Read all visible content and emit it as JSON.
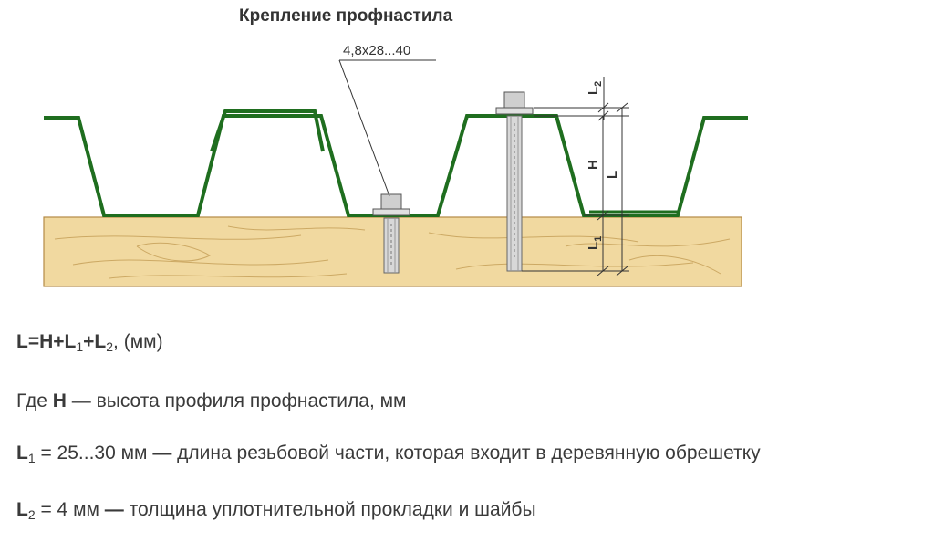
{
  "diagram": {
    "title": "Крепление профнастила",
    "screw_spec": "4,8x28...40",
    "dims": {
      "H": "H",
      "L": "L",
      "L1_main": "L",
      "L1_sub": "1",
      "L2_main": "L",
      "L2_sub": "2"
    },
    "colors": {
      "sheet": "#1f6e1f",
      "wood": "#f1d9a0",
      "wood_grain": "#c9a45e",
      "wood_edge": "#b38a45",
      "metal": "#bdbdbd"
    }
  },
  "formula": {
    "L": "L",
    "eq": "=H+L",
    "sub1": "1",
    "plus": "+L",
    "sub2": "2",
    "unit": ", (мм)"
  },
  "definitions": {
    "h": {
      "prefix": "Где ",
      "symbol": "H",
      "text": " — высота профиля профнастила, мм"
    },
    "l1": {
      "symbol": "L",
      "sub": "1",
      "text": " = 25...30 мм ",
      "dash": "—",
      "rest": " длина резьбовой части, которая входит в деревянную обрешетку"
    },
    "l2": {
      "symbol": "L",
      "sub": "2",
      "text": " = 4 мм ",
      "dash": "—",
      "rest": " толщина уплотнительной прокладки и шайбы"
    }
  }
}
